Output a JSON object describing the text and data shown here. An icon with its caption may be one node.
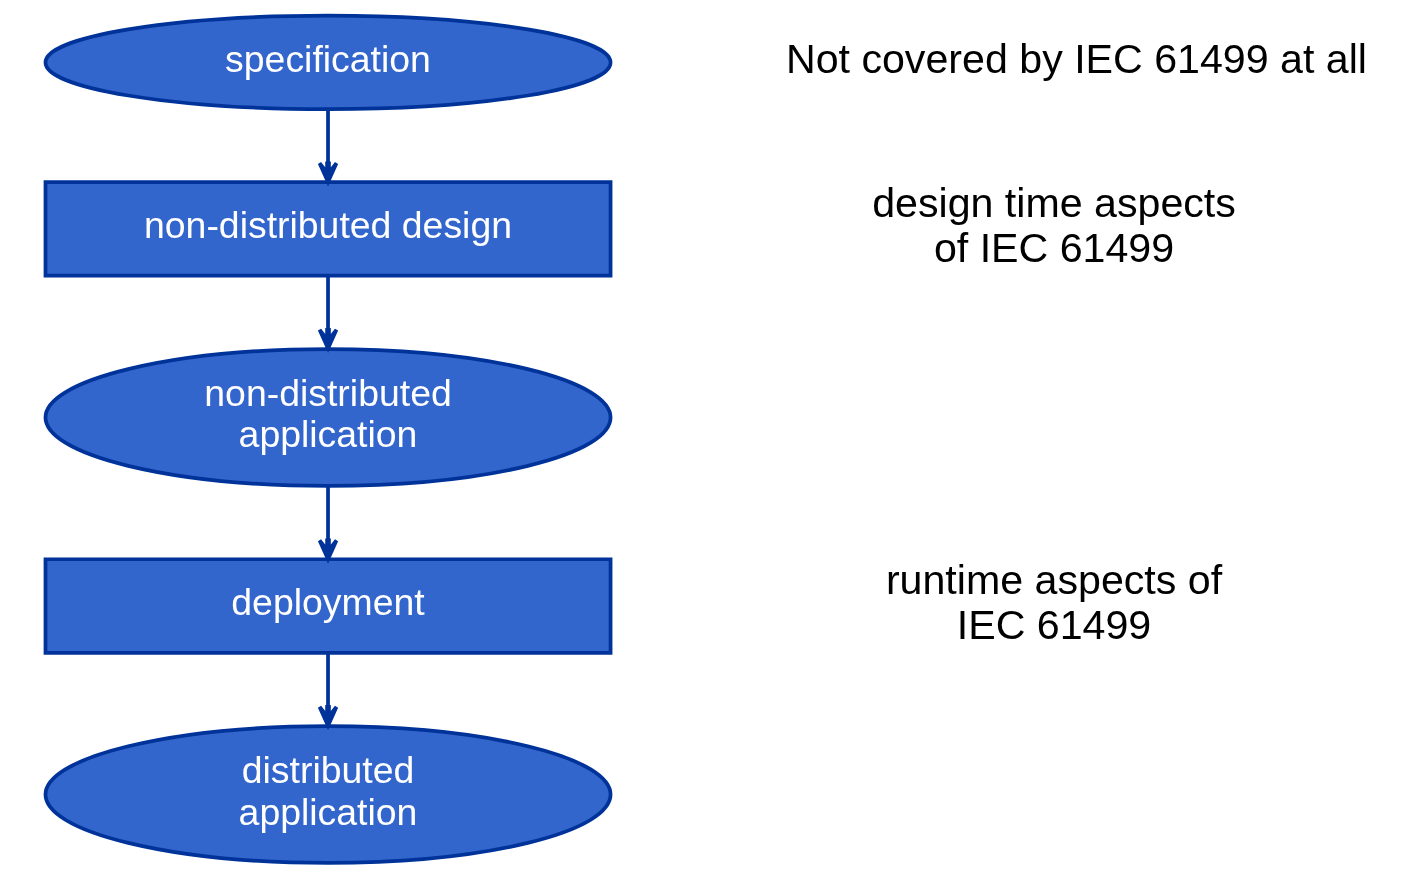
{
  "diagram": {
    "nodes": [
      {
        "text": [
          "specification"
        ]
      },
      {
        "text": [
          "non-distributed design"
        ]
      },
      {
        "text": [
          "non-distributed application"
        ]
      },
      {
        "text": [
          "deployment"
        ]
      },
      {
        "text": [
          "distributed application"
        ]
      }
    ],
    "edges": [
      {
        "from": 0,
        "to": 1,
        "arrow": "to"
      },
      {
        "from": 1,
        "to": 2,
        "arrow": "to"
      },
      {
        "from": 2,
        "to": 3,
        "arrow": "to"
      },
      {
        "from": 3,
        "to": 4,
        "arrow": "to"
      }
    ],
    "labels": [
      "Not covered by IEC 61499 at all",
      "design time aspects of IEC 61499",
      "runtime aspects of IEC 61499"
    ]
  }
}
